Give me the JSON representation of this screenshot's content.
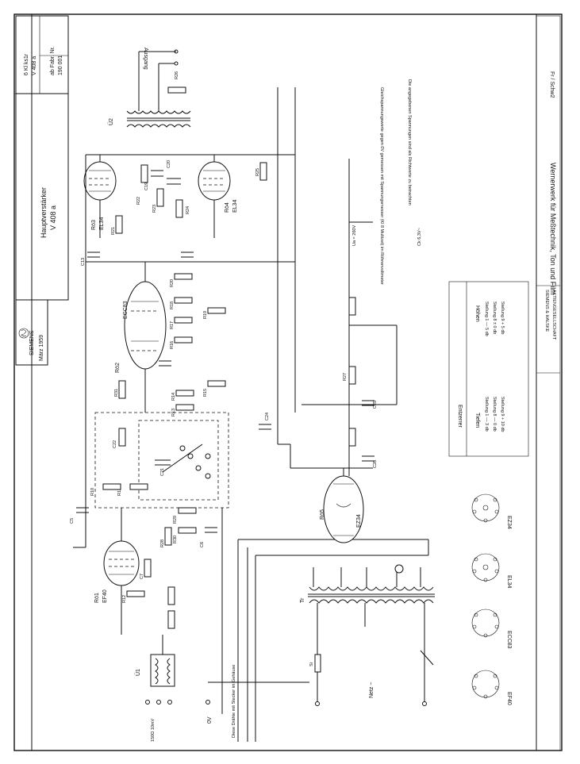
{
  "title_block": {
    "brand": "SIEMENS",
    "date": "März 1959",
    "title": "Hauptverstärker",
    "model": "V 408 a",
    "code1": "6 Kl ks1r",
    "code2": "V 408 a",
    "fabr_label": "ab Fabr. Nr.",
    "fabr_number": "190 001",
    "company1": "SIEMENS & HALSKE",
    "company2": "AKTIENGESELLSCHAFT",
    "werk": "Wernerwerk für Meßtechnik, Ton und Film",
    "drawn": "Fr / Schw2"
  },
  "notes": {
    "note1": "Gleichspannungswerte gegen 0V gemessen mit Spannungsmesser (Kl 8 Multizet) im Röhrenvoltmeter",
    "note2": "Die angegebenen Spannungen sind als Richtwerte zu betrachten",
    "ground_note": "Diese Drähte mit Stecker im Gehäuse"
  },
  "equalizer": {
    "title": "Entzerrer",
    "tiefen_title": "Tiefen",
    "tiefen": [
      "Stellung 1 — 3 db",
      "Stellung 8 — 0 db",
      "Stellung 9 + 10 db"
    ],
    "hohen_title": "Höhen",
    "hohen": [
      "Stellung 1 — 5 db",
      "Stellung 8 ± 0 db",
      "Stellung 9 + 5 db"
    ]
  },
  "tubes": {
    "ro1": "Rö1",
    "ro1_type": "EF40",
    "ro2": "Rö2",
    "ro2_type": "ECC83",
    "ro3": "Rö3",
    "ro3_type": "EL34",
    "ro4": "Rö4",
    "ro4_type": "EL34",
    "ro5": "Rö5",
    "ro5_type": "EZ34"
  },
  "pinouts": [
    "EZ34",
    "EL34",
    "ECC83",
    "EF40"
  ],
  "labels": {
    "ausgang": "Ausgang",
    "netz": "Netz ~",
    "ov": "0V",
    "u2": "Ü2",
    "u1": "Ü1",
    "tr": "Tr",
    "input_imp": "150Ω 10mV",
    "supply_ua": "Ua = 260V",
    "heater": "Ck 6,3V~",
    "c5": "C5",
    "c6": "C6",
    "c7": "C7",
    "c13": "C13",
    "c19": "C19",
    "c20": "C20",
    "c21": "C21",
    "c22": "C22",
    "c24": "C24",
    "c25": "C25",
    "c26": "C26",
    "r10": "R10",
    "r11": "R11",
    "r12": "R12",
    "r13": "R13",
    "r14": "R14",
    "r15": "R15",
    "r16": "R16",
    "r17": "R17",
    "r18": "R18",
    "r19": "R19",
    "r20": "R20",
    "r21": "R21",
    "r22": "R22",
    "r23": "R23",
    "r24": "R24",
    "r25": "R25",
    "r26": "R26",
    "r27": "R27",
    "r28": "R28",
    "r29": "R29",
    "r30": "R30",
    "r31": "R31",
    "si": "Si"
  }
}
